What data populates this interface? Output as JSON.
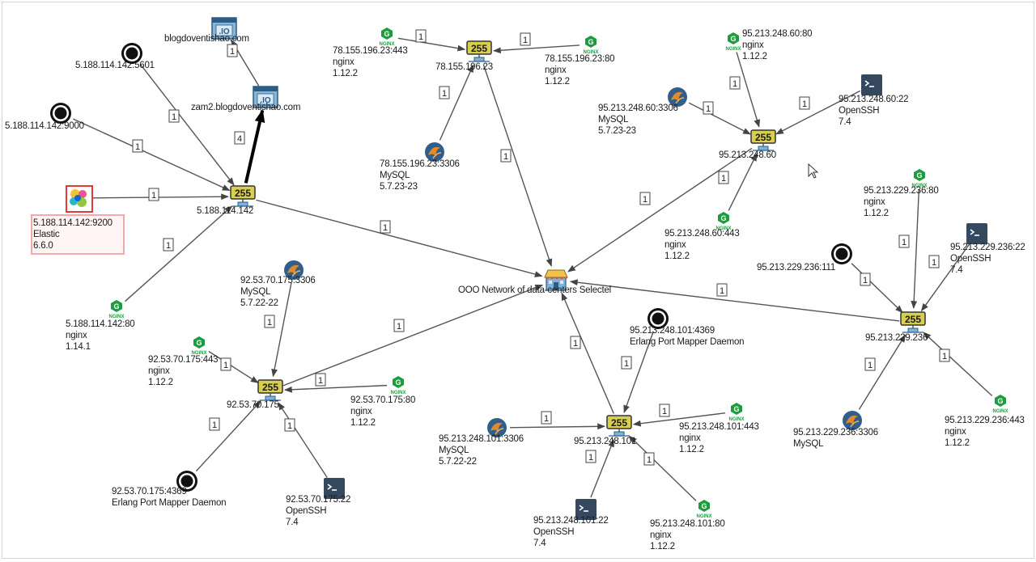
{
  "graph": {
    "nodes": [
      {
        "id": "blog",
        "kind": "web",
        "lines": [
          "blogdoventishao.com"
        ]
      },
      {
        "id": "zam2",
        "kind": "web",
        "lines": [
          "zam2.blogdoventishao.com"
        ]
      },
      {
        "id": "h5601",
        "kind": "service",
        "lines": [
          "5.188.114.142:5601"
        ]
      },
      {
        "id": "h9000",
        "kind": "service",
        "lines": [
          "5.188.114.142:9000"
        ]
      },
      {
        "id": "ip142",
        "kind": "ip",
        "lines": [
          "5.188.114.142"
        ]
      },
      {
        "id": "h9200",
        "kind": "elastic",
        "lines": [
          "5.188.114.142:9200",
          "Elastic",
          "6.6.0"
        ]
      },
      {
        "id": "h142_80",
        "kind": "nginx",
        "lines": [
          "5.188.114.142:80",
          "nginx",
          "1.14.1"
        ]
      },
      {
        "id": "n78_443",
        "kind": "nginx",
        "lines": [
          "78.155.196.23:443",
          "nginx",
          "1.12.2"
        ]
      },
      {
        "id": "ip78",
        "kind": "ip",
        "lines": [
          "78.155.196.23"
        ]
      },
      {
        "id": "n78_80",
        "kind": "nginx",
        "lines": [
          "78.155.196.23:80",
          "nginx",
          "1.12.2"
        ]
      },
      {
        "id": "m78",
        "kind": "mysql",
        "lines": [
          "78.155.196.23:3306",
          "MySQL",
          "5.7.23-23"
        ]
      },
      {
        "id": "center",
        "kind": "org",
        "lines": [
          "OOO Network of data-centers Selectel"
        ]
      },
      {
        "id": "n60_80",
        "kind": "nginx",
        "lines": [
          "95.213.248.60:80",
          "nginx",
          "1.12.2"
        ]
      },
      {
        "id": "m60",
        "kind": "mysql",
        "lines": [
          "95.213.248.60:3306",
          "MySQL",
          "5.7.23-23"
        ]
      },
      {
        "id": "s60",
        "kind": "ssh",
        "lines": [
          "95.213.248.60:22",
          "OpenSSH",
          "7.4"
        ]
      },
      {
        "id": "ip60",
        "kind": "ip",
        "lines": [
          "95.213.248.60"
        ]
      },
      {
        "id": "n60_443",
        "kind": "nginx",
        "lines": [
          "95.213.248.60:443",
          "nginx",
          "1.12.2"
        ]
      },
      {
        "id": "n236_80",
        "kind": "nginx",
        "lines": [
          "95.213.229.236:80",
          "nginx",
          "1.12.2"
        ]
      },
      {
        "id": "s236",
        "kind": "ssh",
        "lines": [
          "95.213.229.236:22",
          "OpenSSH",
          "7.4"
        ]
      },
      {
        "id": "h236_111",
        "kind": "service",
        "lines": [
          "95.213.229.236:111"
        ]
      },
      {
        "id": "ip236",
        "kind": "ip",
        "lines": [
          "95.213.229.236"
        ]
      },
      {
        "id": "m236",
        "kind": "mysql",
        "lines": [
          "95.213.229.236:3306",
          "MySQL"
        ]
      },
      {
        "id": "n236_443",
        "kind": "nginx",
        "lines": [
          "95.213.229.236:443",
          "nginx",
          "1.12.2"
        ]
      },
      {
        "id": "m92",
        "kind": "mysql",
        "lines": [
          "92.53.70.175:3306",
          "MySQL",
          "5.7.22-22"
        ]
      },
      {
        "id": "n92_443",
        "kind": "nginx",
        "lines": [
          "92.53.70.175:443",
          "nginx",
          "1.12.2"
        ]
      },
      {
        "id": "ip92",
        "kind": "ip",
        "lines": [
          "92.53.70.175"
        ]
      },
      {
        "id": "n92_80",
        "kind": "nginx",
        "lines": [
          "92.53.70.175:80",
          "nginx",
          "1.12.2"
        ]
      },
      {
        "id": "e92",
        "kind": "service",
        "lines": [
          "92.53.70.175:4369",
          "Erlang Port Mapper Daemon"
        ]
      },
      {
        "id": "s92",
        "kind": "ssh",
        "lines": [
          "92.53.70.175:22",
          "OpenSSH",
          "7.4"
        ]
      },
      {
        "id": "e101",
        "kind": "service",
        "lines": [
          "95.213.248.101:4369",
          "Erlang Port Mapper Daemon"
        ]
      },
      {
        "id": "m101",
        "kind": "mysql",
        "lines": [
          "95.213.248.101:3306",
          "MySQL",
          "5.7.22-22"
        ]
      },
      {
        "id": "ip101",
        "kind": "ip",
        "lines": [
          "95.213.248.101"
        ]
      },
      {
        "id": "n101_443",
        "kind": "nginx",
        "lines": [
          "95.213.248.101:443",
          "nginx",
          "1.12.2"
        ]
      },
      {
        "id": "s101",
        "kind": "ssh",
        "lines": [
          "95.213.248.101:22",
          "OpenSSH",
          "7.4"
        ]
      },
      {
        "id": "n101_80",
        "kind": "nginx",
        "lines": [
          "95.213.248.101:80",
          "nginx",
          "1.12.2"
        ]
      }
    ],
    "edges": [
      {
        "from": "zam2",
        "to": "blog",
        "label": "1"
      },
      {
        "from": "ip142",
        "to": "zam2",
        "label": "4",
        "bold": true
      },
      {
        "from": "h5601",
        "to": "ip142",
        "label": "1"
      },
      {
        "from": "h9000",
        "to": "ip142",
        "label": "1"
      },
      {
        "from": "h9200",
        "to": "ip142",
        "label": "1"
      },
      {
        "from": "h142_80",
        "to": "ip142",
        "label": "1"
      },
      {
        "from": "ip142",
        "to": "center",
        "label": "1"
      },
      {
        "from": "n78_443",
        "to": "ip78",
        "label": "1"
      },
      {
        "from": "n78_80",
        "to": "ip78",
        "label": "1"
      },
      {
        "from": "m78",
        "to": "ip78",
        "label": "1"
      },
      {
        "from": "ip78",
        "to": "center",
        "label": "1"
      },
      {
        "from": "n60_80",
        "to": "ip60",
        "label": "1"
      },
      {
        "from": "m60",
        "to": "ip60",
        "label": "1"
      },
      {
        "from": "s60",
        "to": "ip60",
        "label": "1"
      },
      {
        "from": "n60_443",
        "to": "ip60",
        "label": "1"
      },
      {
        "from": "ip60",
        "to": "center",
        "label": "1"
      },
      {
        "from": "n236_80",
        "to": "ip236",
        "label": "1"
      },
      {
        "from": "s236",
        "to": "ip236",
        "label": "1"
      },
      {
        "from": "h236_111",
        "to": "ip236",
        "label": "1"
      },
      {
        "from": "m236",
        "to": "ip236",
        "label": "1"
      },
      {
        "from": "n236_443",
        "to": "ip236",
        "label": "1"
      },
      {
        "from": "ip236",
        "to": "center",
        "label": "1"
      },
      {
        "from": "m92",
        "to": "ip92",
        "label": "1"
      },
      {
        "from": "n92_443",
        "to": "ip92",
        "label": "1"
      },
      {
        "from": "n92_80",
        "to": "ip92",
        "label": "1"
      },
      {
        "from": "e92",
        "to": "ip92",
        "label": "1"
      },
      {
        "from": "s92",
        "to": "ip92",
        "label": "1"
      },
      {
        "from": "ip92",
        "to": "center",
        "label": "1"
      },
      {
        "from": "e101",
        "to": "ip101",
        "label": "1"
      },
      {
        "from": "m101",
        "to": "ip101",
        "label": "1"
      },
      {
        "from": "n101_443",
        "to": "ip101",
        "label": "1"
      },
      {
        "from": "s101",
        "to": "ip101",
        "label": "1"
      },
      {
        "from": "n101_80",
        "to": "ip101",
        "label": "1"
      },
      {
        "from": "ip101",
        "to": "center",
        "label": "1"
      }
    ]
  },
  "icons": {
    "ip": "server-255-icon",
    "nginx": "nginx-icon",
    "mysql": "mysql-dolphin-icon",
    "ssh": "terminal-icon",
    "service": "target-circle-icon",
    "web": "web-page-io-icon",
    "elastic": "elastic-icon",
    "org": "storefront-icon"
  },
  "colors": {
    "nginx": "#1d9c3f",
    "ip_box": "#d6cc4a",
    "ssh": "#34495e",
    "mysql_blue": "#2f5f8a",
    "mysql_orange": "#e08a2e",
    "selection": "#e53935"
  }
}
